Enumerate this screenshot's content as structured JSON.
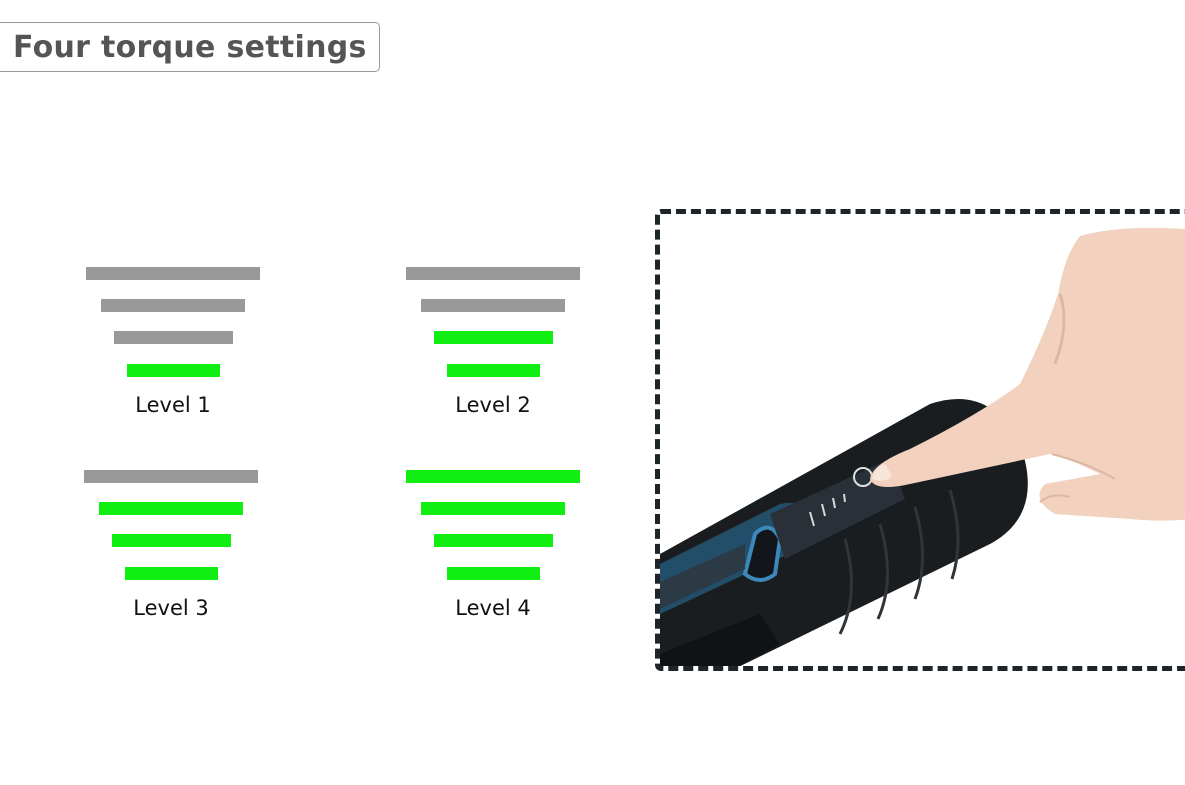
{
  "title": "Four torque settings",
  "colors": {
    "active": "#11ee11",
    "inactive": "#999999",
    "frame": "#1d2528"
  },
  "levels": [
    {
      "label": "Level 1",
      "active_bars": 1,
      "total_bars": 4
    },
    {
      "label": "Level 2",
      "active_bars": 2,
      "total_bars": 4
    },
    {
      "label": "Level 3",
      "active_bars": 3,
      "total_bars": 4
    },
    {
      "label": "Level 4",
      "active_bars": 4,
      "total_bars": 4
    }
  ],
  "photo": {
    "icons": [
      "hand-icon",
      "screwdriver-icon"
    ]
  }
}
